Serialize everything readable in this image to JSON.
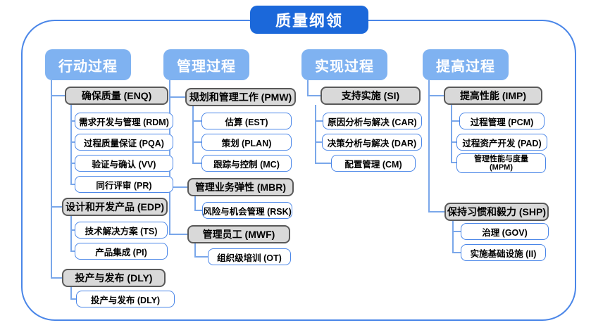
{
  "title": "质量纲领",
  "colors": {
    "title_bg": "#1b68da",
    "header_bg": "#7fb2f1",
    "gray_fill": "#d9d9d9",
    "gray_border": "#595959",
    "white_border": "#4a86e8",
    "connector": "#7aa7ea",
    "frame_border": "#4a86e8"
  },
  "columns": [
    {
      "header": "行动过程",
      "groups": [
        {
          "label": "确保质量 (ENQ)",
          "children": [
            "需求开发与管理 (RDM)",
            "过程质量保证 (PQA)",
            "验证与确认 (VV)",
            "同行评审 (PR)"
          ]
        },
        {
          "label": "设计和开发产品 (EDP)",
          "children": [
            "技术解决方案 (TS)",
            "产品集成 (PI)"
          ]
        },
        {
          "label": "投产与发布 (DLY)",
          "children": [
            "投产与发布 (DLY)"
          ]
        }
      ]
    },
    {
      "header": "管理过程",
      "groups": [
        {
          "label": "规划和管理工作 (PMW)",
          "children": [
            "估算 (EST)",
            "策划 (PLAN)",
            "跟踪与控制 (MC)"
          ]
        },
        {
          "label": "管理业务弹性 (MBR)",
          "children": [
            "风险与机会管理 (RSK)"
          ]
        },
        {
          "label": "管理员工 (MWF)",
          "children": [
            "组织级培训 (OT)"
          ]
        }
      ]
    },
    {
      "header": "实现过程",
      "groups": [
        {
          "label": "支持实施 (SI)",
          "children": [
            "原因分析与解决 (CAR)",
            "决策分析与解决 (DAR)",
            "配置管理 (CM)"
          ]
        }
      ]
    },
    {
      "header": "提高过程",
      "groups": [
        {
          "label": "提高性能 (IMP)",
          "children": [
            "过程管理 (PCM)",
            "过程资产开发 (PAD)",
            "管理性能与度量 (MPM)"
          ]
        },
        {
          "label": "保持习惯和毅力 (SHP)",
          "children": [
            "治理 (GOV)",
            "实施基础设施 (II)"
          ]
        }
      ]
    }
  ]
}
